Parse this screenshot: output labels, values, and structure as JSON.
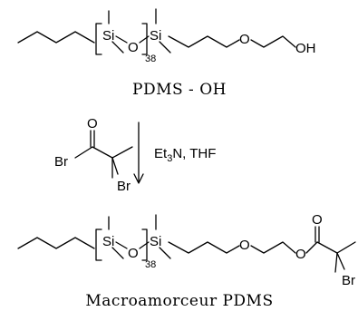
{
  "top_molecule": {
    "atoms": {
      "si1": "Si",
      "o1": "O",
      "si2": "Si",
      "o2": "O",
      "oh": "OH"
    },
    "repeat_count": "38",
    "caption": "PDMS - OH"
  },
  "reagent": {
    "atoms": {
      "o": "O",
      "br1": "Br",
      "br2": "Br"
    },
    "conditions_prefix": "Et",
    "conditions_sub": "3",
    "conditions_suffix": "N, THF"
  },
  "bottom_molecule": {
    "atoms": {
      "si1": "Si",
      "o1": "O",
      "si2": "Si",
      "o2": "O",
      "o3": "O",
      "o4": "O",
      "br": "Br"
    },
    "repeat_count": "38",
    "caption": "Macroamorceur PDMS"
  }
}
